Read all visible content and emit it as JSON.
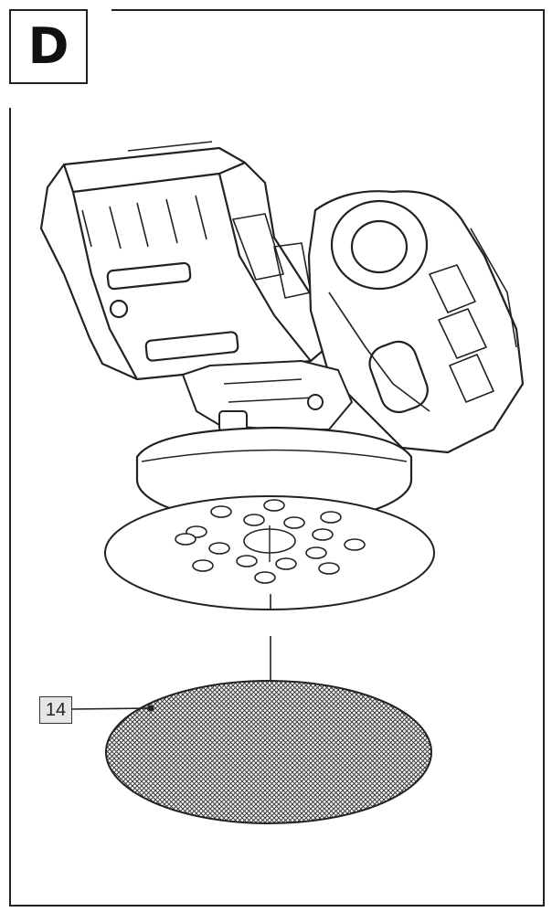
{
  "figure": {
    "section_label": "D",
    "callouts": [
      {
        "number": "14",
        "part": "sanding-sheet"
      }
    ]
  },
  "colors": {
    "line": "#222222",
    "background": "#ffffff",
    "callout_fill": "#e6e6e6",
    "mesh": "#555555"
  }
}
